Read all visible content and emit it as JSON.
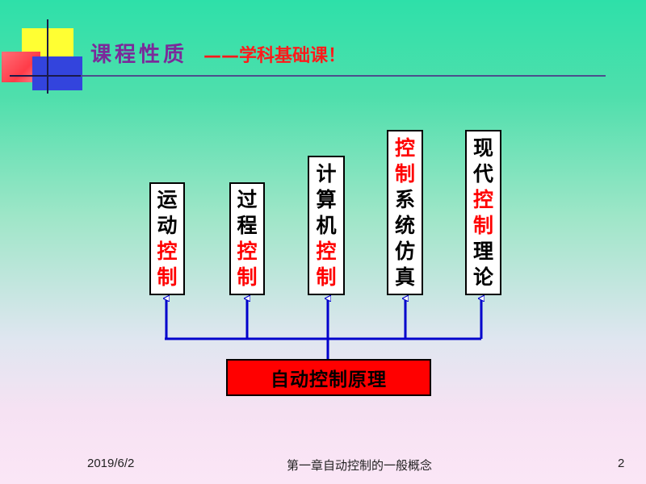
{
  "slide": {
    "title": "课程性质",
    "subtitle": "——学科基础课！",
    "courses": [
      {
        "chars": [
          {
            "t": "运",
            "hl": false
          },
          {
            "t": "动",
            "hl": false
          },
          {
            "t": "控",
            "hl": true
          },
          {
            "t": "制",
            "hl": true
          }
        ]
      },
      {
        "chars": [
          {
            "t": "过",
            "hl": false
          },
          {
            "t": "程",
            "hl": false
          },
          {
            "t": "控",
            "hl": true
          },
          {
            "t": "制",
            "hl": true
          }
        ]
      },
      {
        "chars": [
          {
            "t": "计",
            "hl": false
          },
          {
            "t": "算",
            "hl": false
          },
          {
            "t": "机",
            "hl": false
          },
          {
            "t": "控",
            "hl": true
          },
          {
            "t": "制",
            "hl": true
          }
        ]
      },
      {
        "chars": [
          {
            "t": "控",
            "hl": true
          },
          {
            "t": "制",
            "hl": true
          },
          {
            "t": "系",
            "hl": false
          },
          {
            "t": "统",
            "hl": false
          },
          {
            "t": "仿",
            "hl": false
          },
          {
            "t": "真",
            "hl": false
          }
        ]
      },
      {
        "chars": [
          {
            "t": "现",
            "hl": false
          },
          {
            "t": "代",
            "hl": false
          },
          {
            "t": "控",
            "hl": true
          },
          {
            "t": "制",
            "hl": true
          },
          {
            "t": "理",
            "hl": false
          },
          {
            "t": "论",
            "hl": false
          }
        ]
      }
    ],
    "foundation": "自动控制原理"
  },
  "footer": {
    "date": "2019/6/2",
    "center": "第一章自动控制的一般概念",
    "page": "2"
  },
  "colors": {
    "title": "#7b2a9a",
    "highlight": "#ff0000",
    "connector": "#0000cc",
    "foundation_fill": "#ff0000"
  }
}
